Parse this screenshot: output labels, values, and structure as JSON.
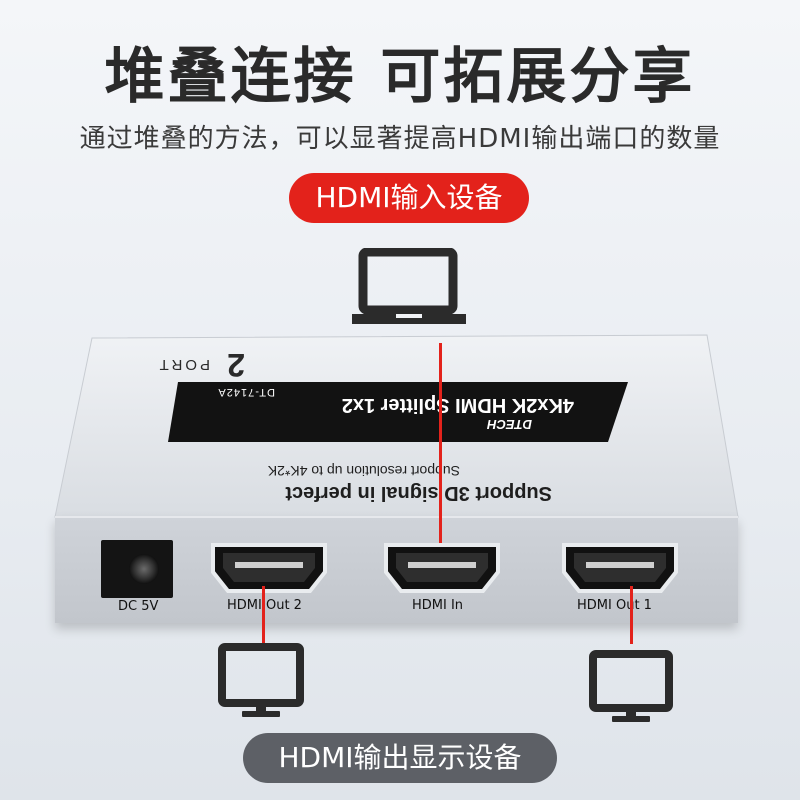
{
  "header": {
    "title": "堆叠连接 可拓展分享",
    "subtitle": "通过堆叠的方法，可以显著提高HDMI输出端口的数量"
  },
  "badges": {
    "input": "HDMI输入设备",
    "output": "HDMI输出显示设备"
  },
  "device": {
    "brand": "DTECH",
    "model_name": "4Kx2K HDMI Splitter 1x2",
    "model_number": "DT-7142A",
    "port_count": "2",
    "port_word": "PORT",
    "feature_line1": "Support 3D signal in perfect",
    "feature_line2": "Support resolution up to 4K*2K",
    "ports": {
      "dc": "DC 5V",
      "out2": "HDMI Out 2",
      "in": "HDMI In",
      "out1": "HDMI Out 1"
    }
  },
  "icons": [
    "laptop-icon",
    "monitor-icon",
    "monitor-icon"
  ],
  "colors": {
    "accent_red": "#e3221b",
    "badge_gray": "#5d6066",
    "device_body": "#c4c8ce",
    "label_plate": "#121212"
  }
}
